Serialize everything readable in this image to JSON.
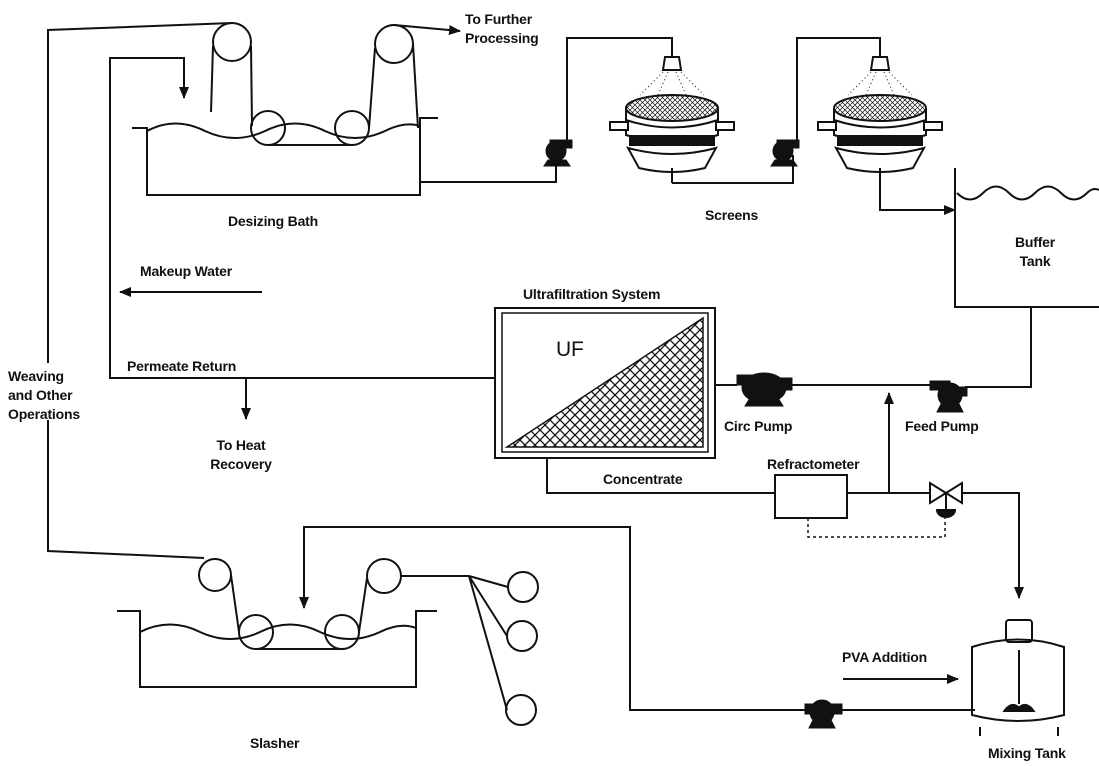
{
  "labels": {
    "to_further_processing_1": "To Further",
    "to_further_processing_2": "Processing",
    "desizing_bath": "Desizing Bath",
    "screens": "Screens",
    "buffer_tank_1": "Buffer",
    "buffer_tank_2": "Tank",
    "makeup_water": "Makeup Water",
    "ultrafiltration_system": "Ultrafiltration System",
    "uf": "UF",
    "permeate_return": "Permeate Return",
    "weaving_1": "Weaving",
    "weaving_2": "and Other",
    "weaving_3": "Operations",
    "to_heat_recovery_1": "To Heat",
    "to_heat_recovery_2": "Recovery",
    "circ_pump": "Circ Pump",
    "feed_pump": "Feed Pump",
    "refractometer": "Refractometer",
    "concentrate": "Concentrate",
    "pva_addition": "PVA Addition",
    "slasher": "Slasher",
    "mixing_tank": "Mixing Tank"
  }
}
